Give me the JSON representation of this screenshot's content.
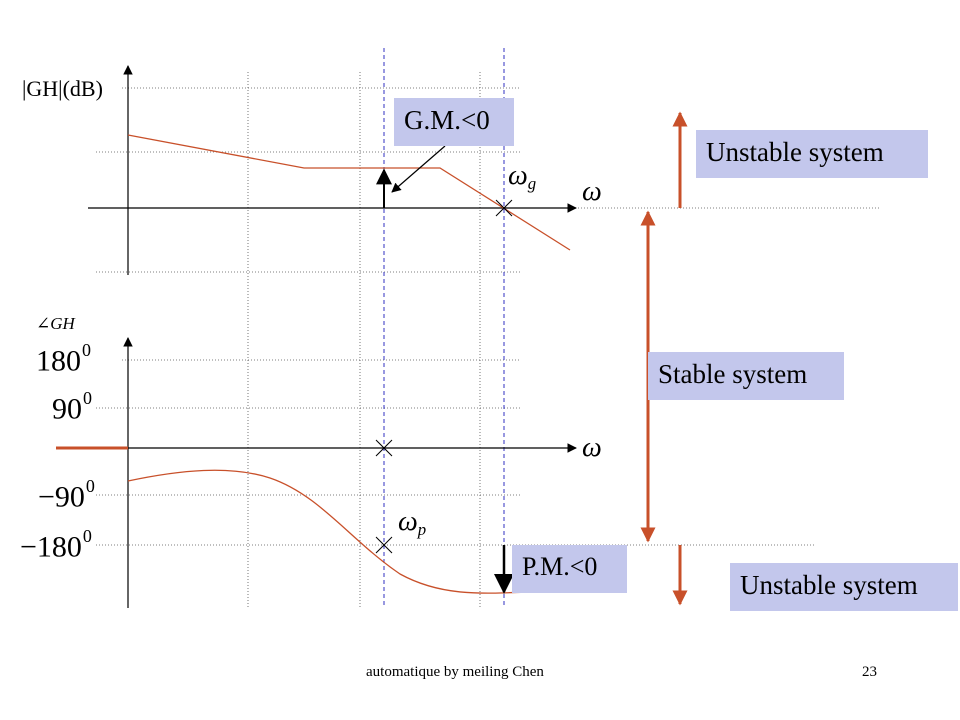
{
  "magnitude_axis_label": "|GH|(dB)",
  "phase_axis_label": "∠GH",
  "omega_symbol": "ω",
  "omega_g_symbol": "ω",
  "omega_g_sub": "g",
  "omega_p_symbol": "ω",
  "omega_p_sub": "p",
  "phase_ticks": [
    {
      "value": "180",
      "deg": "0"
    },
    {
      "value": "90",
      "deg": "0"
    },
    {
      "value": "−90",
      "deg": "0"
    },
    {
      "value": "−180",
      "deg": "0"
    }
  ],
  "gain_margin_label": "G.M.<0",
  "phase_margin_label": "P.M.<0",
  "regions": {
    "upper": "Unstable system",
    "middle": "Stable system",
    "lower": "Unstable system"
  },
  "footer": {
    "author": "automatique by meiling Chen",
    "page": "23"
  },
  "colors": {
    "curve": "#c8502a",
    "arrow": "#c8502a",
    "box": "#c3c7ec",
    "dash": "#3030c0"
  }
}
